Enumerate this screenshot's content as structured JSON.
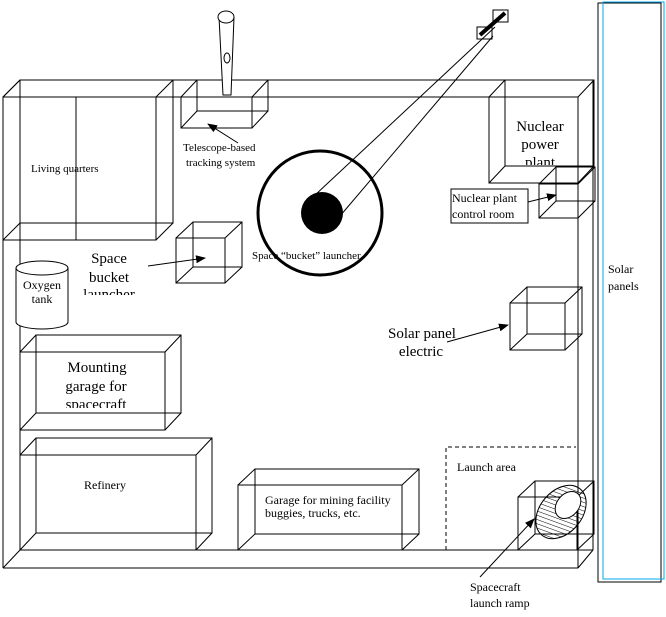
{
  "labels": {
    "living_quarters": "Living quarters",
    "telescope_1": "Telescope-based",
    "telescope_2": "tracking system",
    "bucket_launcher_center": "Space “bucket” launcher",
    "space_bucket_1": "Space",
    "space_bucket_2": "bucket",
    "space_bucket_3": "launcher",
    "oxygen_1": "Oxygen",
    "oxygen_2": "tank",
    "nuclear_1": "Nuclear",
    "nuclear_2": "power",
    "nuclear_3": "plant",
    "control_1": "Nuclear plant",
    "control_2": "control room",
    "solar_panels_1": "Solar",
    "solar_panels_2": "panels",
    "solar_electric_1": "Solar panel",
    "solar_electric_2": "electric",
    "mounting_1": "Mounting",
    "mounting_2": "garage for",
    "mounting_3": "spacecraft",
    "refinery": "Refinery",
    "garage_1": "Garage for mining facility",
    "garage_2": "buggies, trucks, etc.",
    "launch_area": "Launch area",
    "ramp_1": "Spacecraft",
    "ramp_2": "launch ramp"
  },
  "colors": {
    "line": "#000000",
    "solar_panel_outline": "#00a8e8"
  }
}
